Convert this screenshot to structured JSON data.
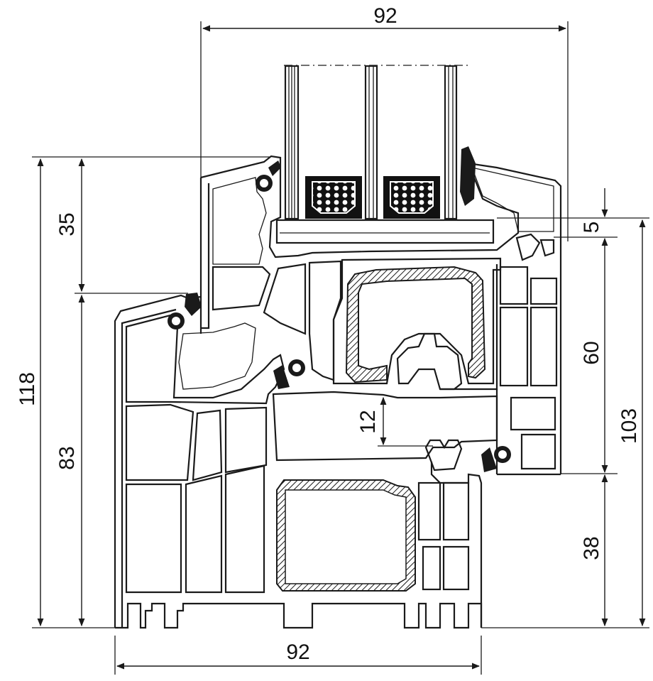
{
  "colors": {
    "line": "#1a1a1a",
    "background": "#ffffff",
    "spacer": "#111111"
  },
  "dimensions": {
    "top_width": "92",
    "bottom_width": "92",
    "left_total": "118",
    "left_upper": "35",
    "left_lower": "83",
    "right_gap": "5",
    "right_mid": "60",
    "right_total": "103",
    "right_lower": "38",
    "inner_offset": "12"
  }
}
